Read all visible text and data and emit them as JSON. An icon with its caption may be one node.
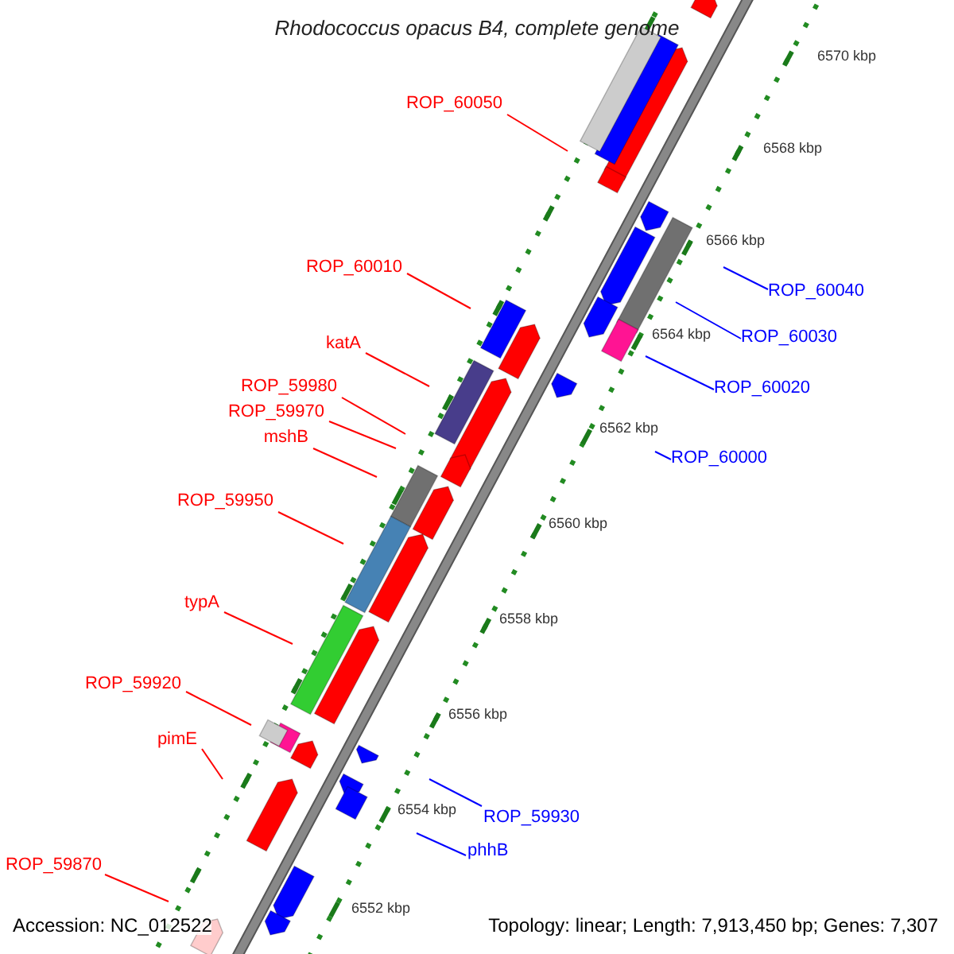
{
  "diagram": {
    "title": "Rhodococcus opacus B4, complete genome",
    "nodes": [
      {
        "text": [
          "ROP_60050"
        ]
      },
      {
        "text": [
          "ROP_60040"
        ]
      },
      {
        "text": [
          "ROP_60010"
        ]
      },
      {
        "text": [
          "ROP_60030"
        ]
      },
      {
        "text": [
          "katA"
        ]
      },
      {
        "text": [
          "ROP_60020"
        ]
      },
      {
        "text": [
          "ROP_59980"
        ]
      },
      {
        "text": [
          "ROP_59970"
        ]
      },
      {
        "text": [
          "mshB"
        ]
      },
      {
        "text": [
          "ROP_60000"
        ]
      },
      {
        "text": [
          "ROP_59950"
        ]
      },
      {
        "text": [
          "typA"
        ]
      },
      {
        "text": [
          "ROP_59920"
        ]
      },
      {
        "text": [
          "pimE"
        ]
      },
      {
        "text": [
          "ROP_59930"
        ]
      },
      {
        "text": [
          "phhB"
        ]
      },
      {
        "text": [
          "ROP_59870"
        ]
      }
    ],
    "edges": [
      {
        "from": 0,
        "to": null,
        "arrow": "none"
      },
      {
        "from": 1,
        "to": null,
        "arrow": "none",
        "color": "#0000ff"
      },
      {
        "from": 2,
        "to": null,
        "arrow": "none"
      },
      {
        "from": 3,
        "to": null,
        "arrow": "none",
        "color": "#0000ff"
      },
      {
        "from": 4,
        "to": null,
        "arrow": "none"
      },
      {
        "from": 5,
        "to": null,
        "arrow": "none",
        "color": "#0000ff"
      },
      {
        "from": 6,
        "to": null,
        "arrow": "none"
      },
      {
        "from": 7,
        "to": null,
        "arrow": "none"
      },
      {
        "from": 8,
        "to": null,
        "arrow": "none"
      },
      {
        "from": 9,
        "to": null,
        "arrow": "none",
        "color": "#0000ff"
      },
      {
        "from": 10,
        "to": null,
        "arrow": "none"
      },
      {
        "from": 11,
        "to": null,
        "arrow": "none"
      },
      {
        "from": 12,
        "to": null,
        "arrow": "none"
      },
      {
        "from": 13,
        "to": null,
        "arrow": "none"
      },
      {
        "from": 14,
        "to": null,
        "arrow": "none",
        "color": "#0000ff"
      },
      {
        "from": 15,
        "to": null,
        "arrow": "none",
        "color": "#0000ff"
      },
      {
        "from": 16,
        "to": null,
        "arrow": "none"
      }
    ],
    "labels": [
      "6570 kbp",
      "6568 kbp",
      "6566 kbp",
      "6564 kbp",
      "6562 kbp",
      "6560 kbp",
      "6558 kbp",
      "6556 kbp",
      "6554 kbp",
      "6552 kbp",
      "Accession: NC_012522",
      "Topology: linear; Length: 7,913,450 bp; Genes: 7,307"
    ]
  }
}
